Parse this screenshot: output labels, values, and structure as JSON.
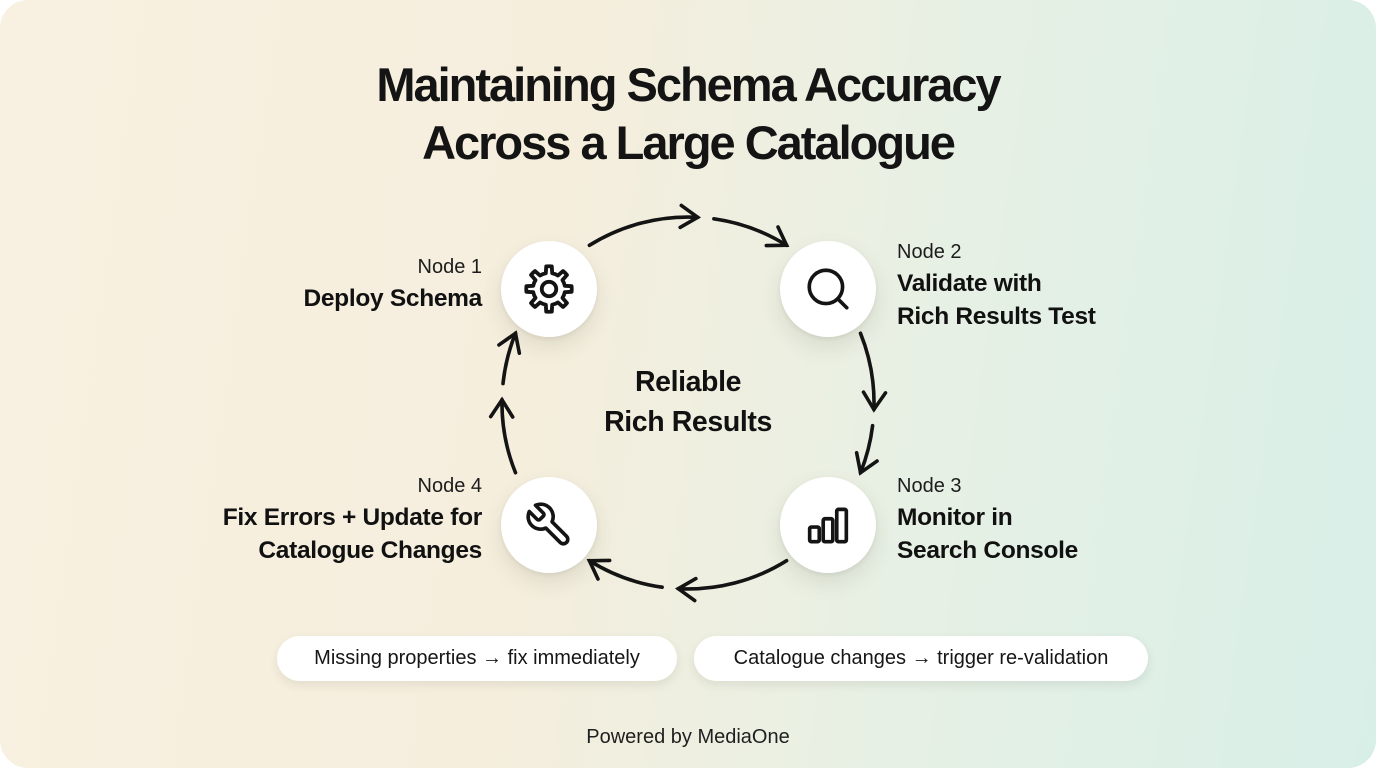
{
  "header": {
    "title_line1": "Maintaining Schema Accuracy",
    "title_line2": "Across a Large Catalogue"
  },
  "cycle": {
    "center_line1": "Reliable",
    "center_line2": "Rich Results",
    "nodes": [
      {
        "label": "Node 1",
        "icon": "gear-icon",
        "line1": "Deploy Schema",
        "line2": ""
      },
      {
        "label": "Node 2",
        "icon": "search-icon",
        "line1": "Validate with",
        "line2": "Rich Results Test"
      },
      {
        "label": "Node 3",
        "icon": "bar-chart-icon",
        "line1": "Monitor in",
        "line2": "Search Console"
      },
      {
        "label": "Node 4",
        "icon": "wrench-icon",
        "line1": "Fix Errors + Update for",
        "line2": "Catalogue Changes"
      }
    ]
  },
  "badges": [
    {
      "text": "Missing properties → fix immediately"
    },
    {
      "text": "Catalogue changes → trigger re-validation"
    }
  ],
  "footer": {
    "text": "Powered by MediaOne"
  },
  "colors": {
    "bg_left": "#f7efdf",
    "bg_right": "#d9efe8",
    "ink": "#141414",
    "node_bg": "#ffffff"
  }
}
